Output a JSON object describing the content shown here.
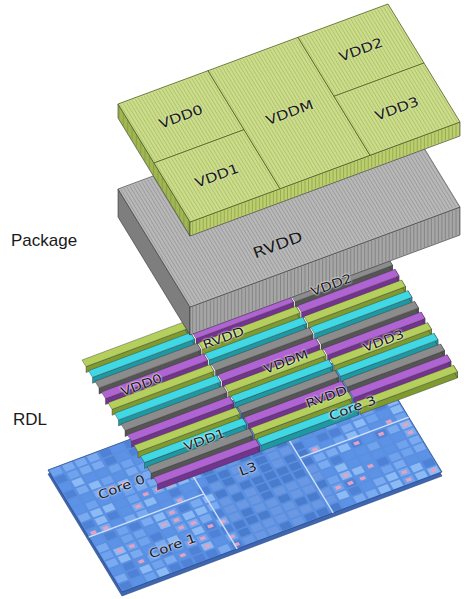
{
  "diagram": {
    "nodes": [
      {
        "text": [
          "VDD0"
        ]
      },
      {
        "text": [
          "VDD1"
        ]
      },
      {
        "text": [
          "VDDM"
        ]
      },
      {
        "text": [
          "VDD2"
        ]
      },
      {
        "text": [
          "VDD3"
        ]
      },
      {
        "text": [
          "RVDD"
        ]
      }
    ],
    "labels": [
      "Package",
      "RDL",
      "VDD0",
      "RVDD",
      "VDD2",
      "VDDM",
      "VDD3",
      "VDD1",
      "RVDD",
      "Core 0",
      "Core 1",
      "L3",
      "Core 3"
    ]
  }
}
